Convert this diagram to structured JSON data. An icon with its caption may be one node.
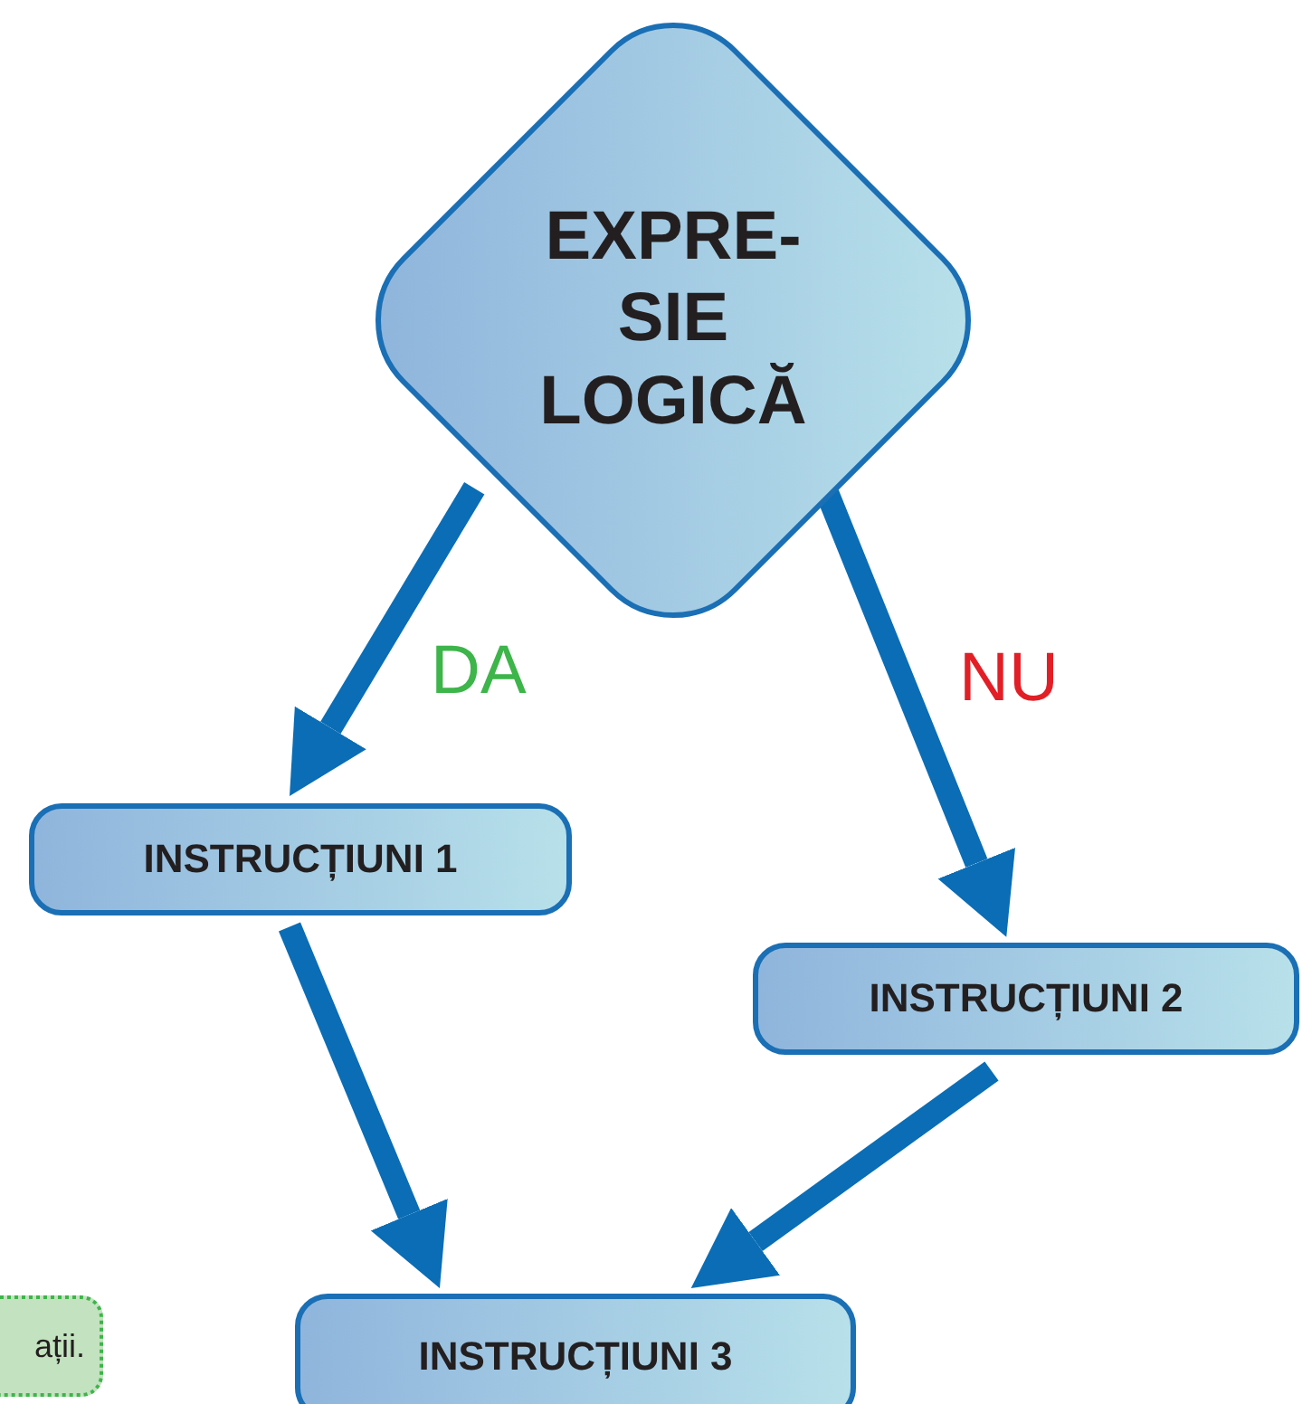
{
  "diagram": {
    "nodes": [
      {
        "text": [
          "EXPRE- SIE LOGICĂ"
        ]
      },
      {
        "text": [
          "INSTRUCȚIUNI 1"
        ]
      },
      {
        "text": [
          "INSTRUCȚIUNI 2"
        ]
      },
      {
        "text": [
          "INSTRUCȚIUNI 3"
        ]
      },
      {
        "text": [
          "ații."
        ]
      }
    ],
    "edges": [
      {
        "from": 0,
        "to": 1,
        "arrow": "to",
        "label": "DA"
      },
      {
        "from": 0,
        "to": 2,
        "arrow": "to",
        "label": "NU"
      },
      {
        "from": 1,
        "to": 3,
        "arrow": "to"
      },
      {
        "from": 2,
        "to": 3,
        "arrow": "to"
      }
    ]
  }
}
